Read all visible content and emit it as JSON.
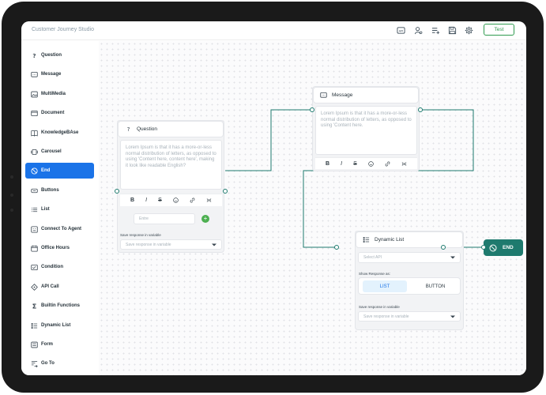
{
  "app": {
    "title": "Customer Journey Studio",
    "test_label": "Test",
    "toolbar_icons": [
      "api-icon",
      "user-settings-icon",
      "list-add-icon",
      "save-icon",
      "gear-icon"
    ]
  },
  "sidebar": {
    "items": [
      {
        "label": "Question",
        "icon": "question-icon"
      },
      {
        "label": "Message",
        "icon": "message-icon"
      },
      {
        "label": "MultiMedia",
        "icon": "image-icon"
      },
      {
        "label": "Document",
        "icon": "document-icon"
      },
      {
        "label": "KnowledgeBAse",
        "icon": "book-icon"
      },
      {
        "label": "Carousel",
        "icon": "carousel-icon"
      },
      {
        "label": "End",
        "icon": "block-icon",
        "active": true
      },
      {
        "label": "Buttons",
        "icon": "button-icon"
      },
      {
        "label": "List",
        "icon": "list-icon"
      },
      {
        "label": "Connect To Agent",
        "icon": "agent-icon"
      },
      {
        "label": "Office Hours",
        "icon": "calendar-icon"
      },
      {
        "label": "Condition",
        "icon": "condition-icon"
      },
      {
        "label": "API Call",
        "icon": "api-call-icon"
      },
      {
        "label": "Builtin Functions",
        "icon": "sigma-icon"
      },
      {
        "label": "Dynamic List",
        "icon": "dynamic-list-icon"
      },
      {
        "label": "Form",
        "icon": "form-icon"
      },
      {
        "label": "Go To",
        "icon": "goto-icon"
      }
    ]
  },
  "nodes": {
    "question": {
      "title": "Question",
      "body": "Lorem Ipsum is that it has a more-or-less normal distribution of letters, as opposed to using 'Content here, content here', making it look like readable English?",
      "option_placeholder": "Entre",
      "save_label": "Save response in variable",
      "save_placeholder": "Save response in variable"
    },
    "message": {
      "title": "Message",
      "body": "Lorem Ipsum is that it has a more-or-less normal distribution of letters, as opposed to using 'Content here."
    },
    "dynamic_list": {
      "title": "Dynamic List",
      "api_placeholder": "Select API",
      "show_label": "Show Response as:",
      "option_list": "LIST",
      "option_button": "BUTTON",
      "save_label": "Save response in variable",
      "save_placeholder": "Save response in variable"
    },
    "end": {
      "title": "END"
    }
  },
  "colors": {
    "accent": "#1a73e8",
    "end_node": "#1e7a6e",
    "test_button": "#2f9a4f"
  }
}
